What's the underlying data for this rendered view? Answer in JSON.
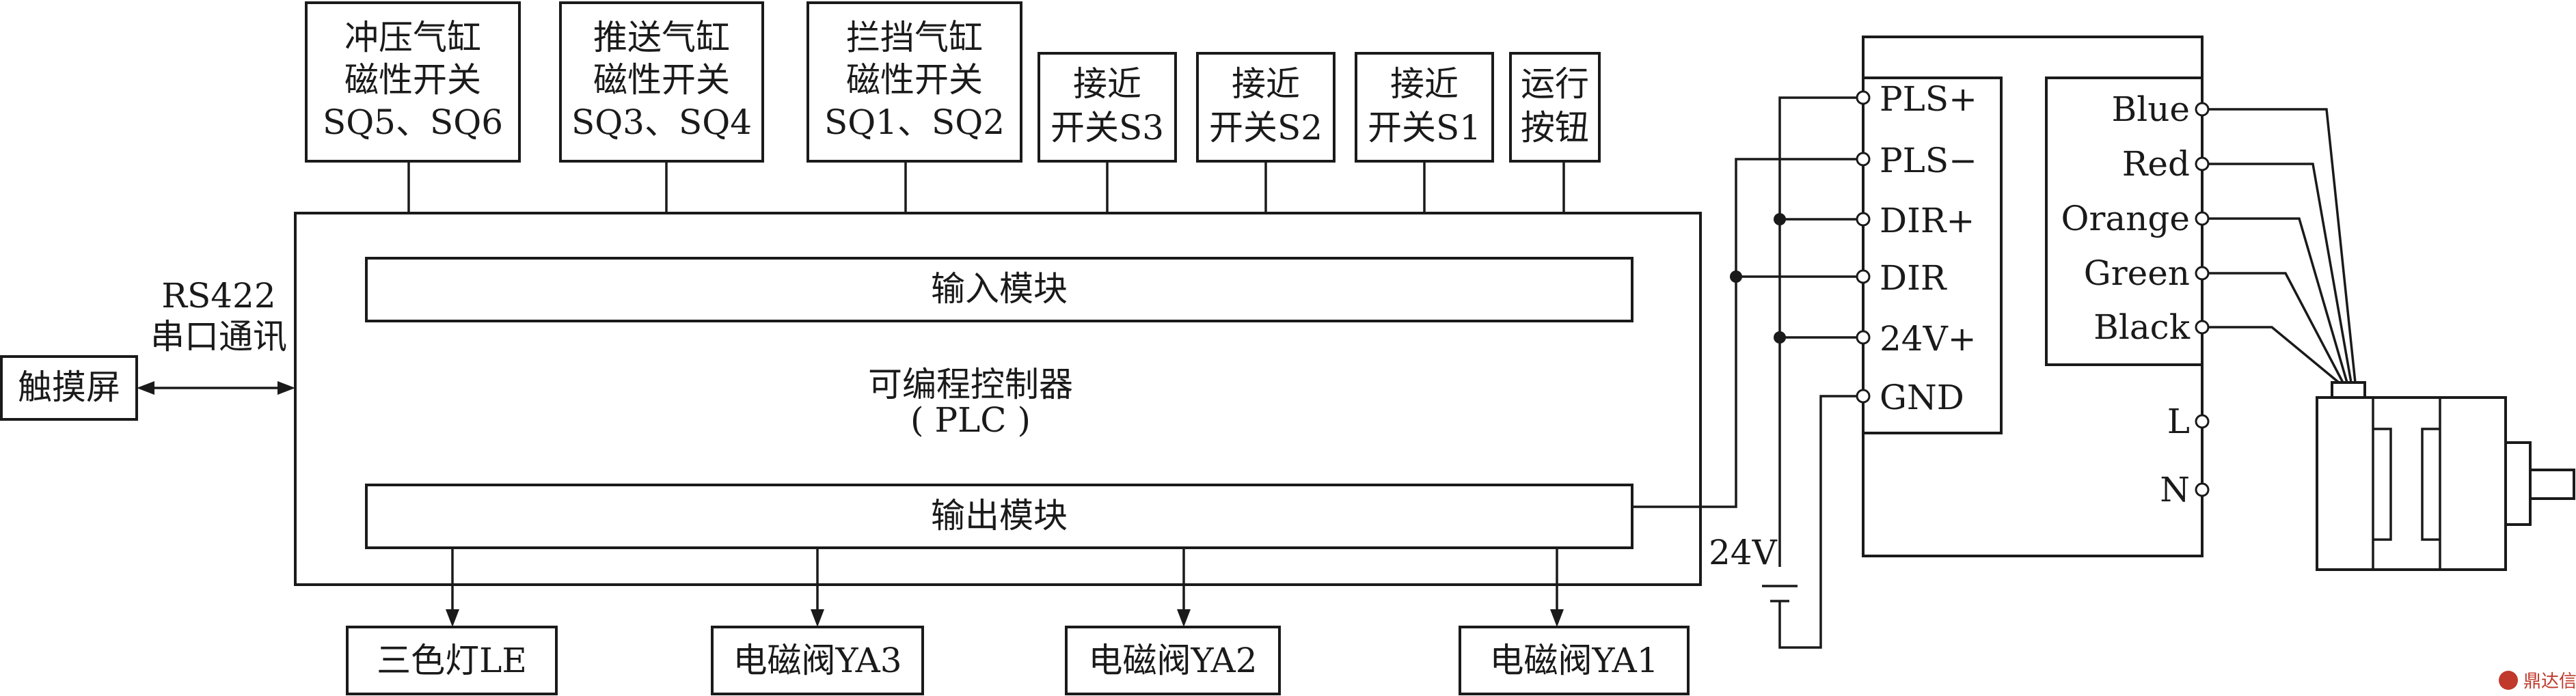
{
  "inputs": [
    {
      "lines": [
        "冲压气缸",
        "磁性开关",
        "SQ5、SQ6"
      ]
    },
    {
      "lines": [
        "推送气缸",
        "磁性开关",
        "SQ3、SQ4"
      ]
    },
    {
      "lines": [
        "拦挡气缸",
        "磁性开关",
        "SQ1、SQ2"
      ]
    },
    {
      "lines": [
        "接近",
        "开关S3"
      ]
    },
    {
      "lines": [
        "接近",
        "开关S2"
      ]
    },
    {
      "lines": [
        "接近",
        "开关S1"
      ]
    },
    {
      "lines": [
        "运行",
        "按钮"
      ]
    }
  ],
  "plc": {
    "input_module": "输入模块",
    "title": "可编程控制器",
    "subtitle": "( PLC )",
    "output_module": "输出模块"
  },
  "touchscreen": {
    "label": "触摸屏",
    "link_line1": "RS422",
    "link_line2": "串口通讯"
  },
  "outputs": [
    "三色灯LE",
    "电磁阀YA3",
    "电磁阀YA2",
    "电磁阀YA1"
  ],
  "driver": {
    "terminals": [
      "PLS+",
      "PLS−",
      "DIR+",
      "DIR",
      "24V+",
      "GND"
    ]
  },
  "power": {
    "label": "24V"
  },
  "motor_terminals": {
    "wires": [
      "Blue",
      "Red",
      "Orange",
      "Green",
      "Black"
    ],
    "mains": [
      "L",
      "N"
    ]
  },
  "watermark": {
    "text": "鼎达信"
  }
}
